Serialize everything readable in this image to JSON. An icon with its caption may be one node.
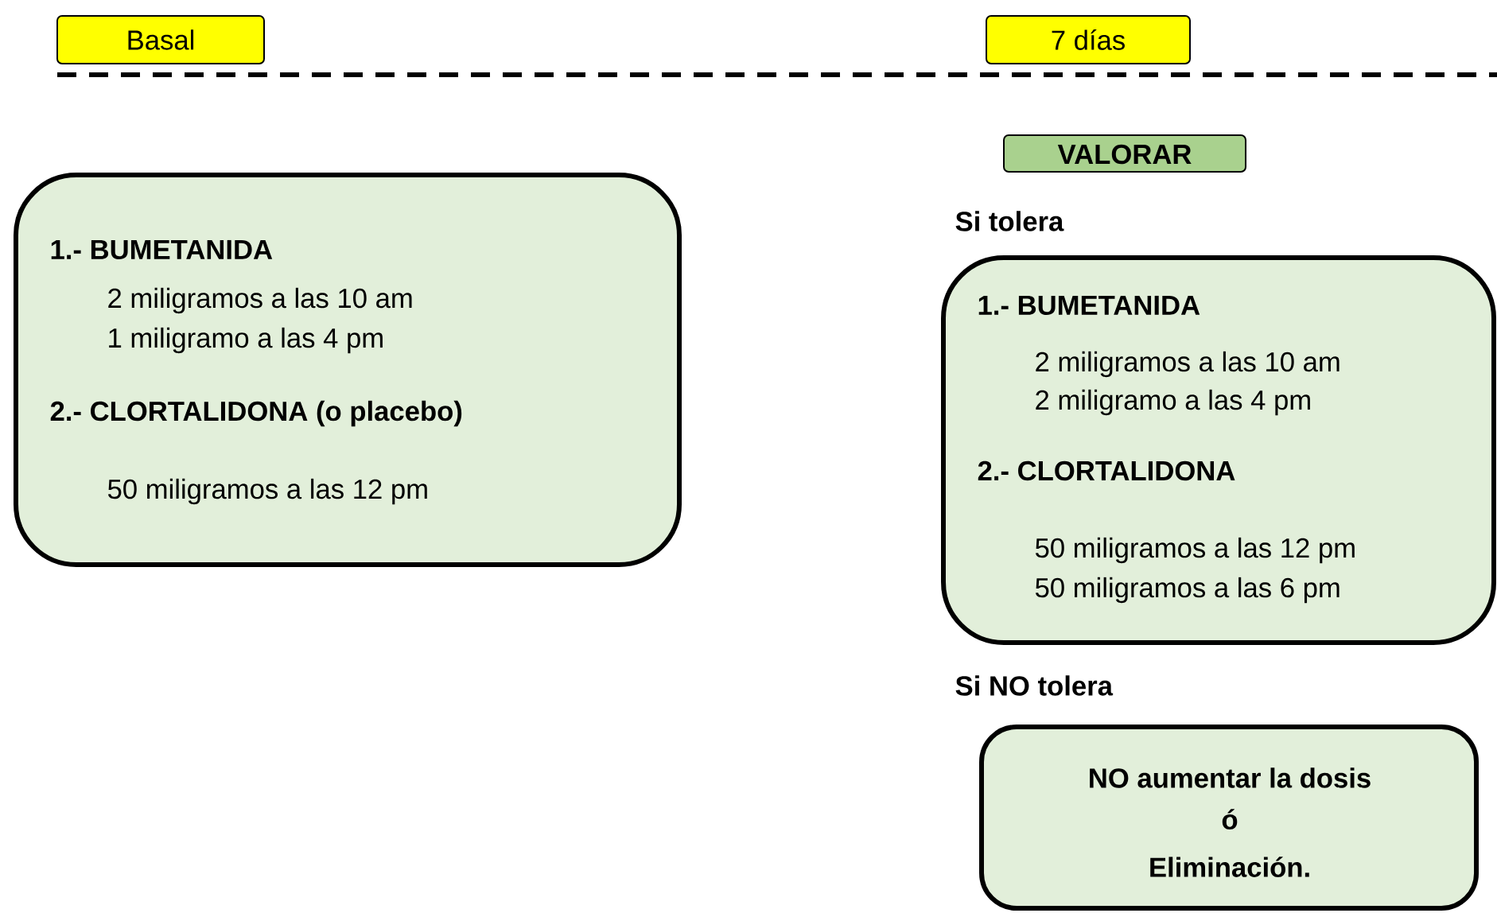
{
  "diagram": {
    "nodes": [
      {
        "text": [
          "Basal"
        ]
      },
      {
        "text": [
          "7 días"
        ]
      },
      {
        "text": [
          "VALORAR"
        ]
      },
      {
        "text": [
          "1.- BUMETANIDA",
          "2 miligramos a las 10 am",
          "1 miligramo a las 4 pm",
          "2.- CLORTALIDONA (o placebo)",
          "50 miligramos a las 12 pm"
        ]
      },
      {
        "text": [
          "1.- BUMETANIDA",
          "2 miligramos a las 10 am",
          "2 miligramo a las 4 pm",
          "2.- CLORTALIDONA",
          "50 miligramos a las 12 pm",
          "50 miligramos a las 6 pm"
        ],
        "beside": [
          "Si tolera"
        ]
      },
      {
        "text": [
          "NO aumentar la dosis",
          "ó",
          "Eliminación."
        ],
        "beside": [
          "Si NO tolera"
        ]
      }
    ]
  }
}
